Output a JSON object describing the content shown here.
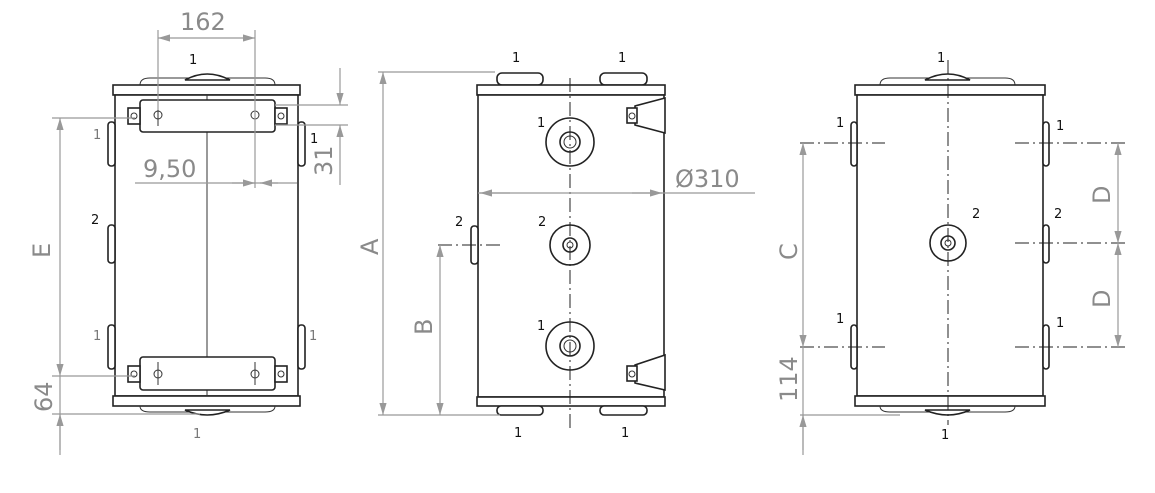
{
  "views": {
    "rear": {
      "dims": {
        "width_hooks": "162",
        "offset": "9,50",
        "bracket_gap": "31",
        "E": "E",
        "bottom": "64"
      },
      "labels": {
        "top": "1",
        "left_upper": "1",
        "right_upper": "1",
        "left_mid": "2",
        "left_lower": "1",
        "right_lower": "1",
        "bottom": "1"
      }
    },
    "front": {
      "dims": {
        "A": "A",
        "B": "B",
        "diameter": "Ø310"
      },
      "labels": {
        "top_left": "1",
        "top_right": "1",
        "port_upper": "1",
        "port_mid": "2",
        "side_mid": "2",
        "port_lower": "1",
        "bottom_left": "1",
        "bottom_right": "1"
      }
    },
    "side": {
      "dims": {
        "C": "C",
        "D_upper": "D",
        "D_lower": "D",
        "bottom": "114"
      },
      "labels": {
        "top": "1",
        "left_upper": "1",
        "right_upper": "1",
        "center": "2",
        "right_mid": "2",
        "left_lower": "1",
        "right_lower": "1",
        "bottom": "1"
      }
    }
  },
  "colors": {
    "line": "#222222",
    "dimension": "#999999"
  }
}
